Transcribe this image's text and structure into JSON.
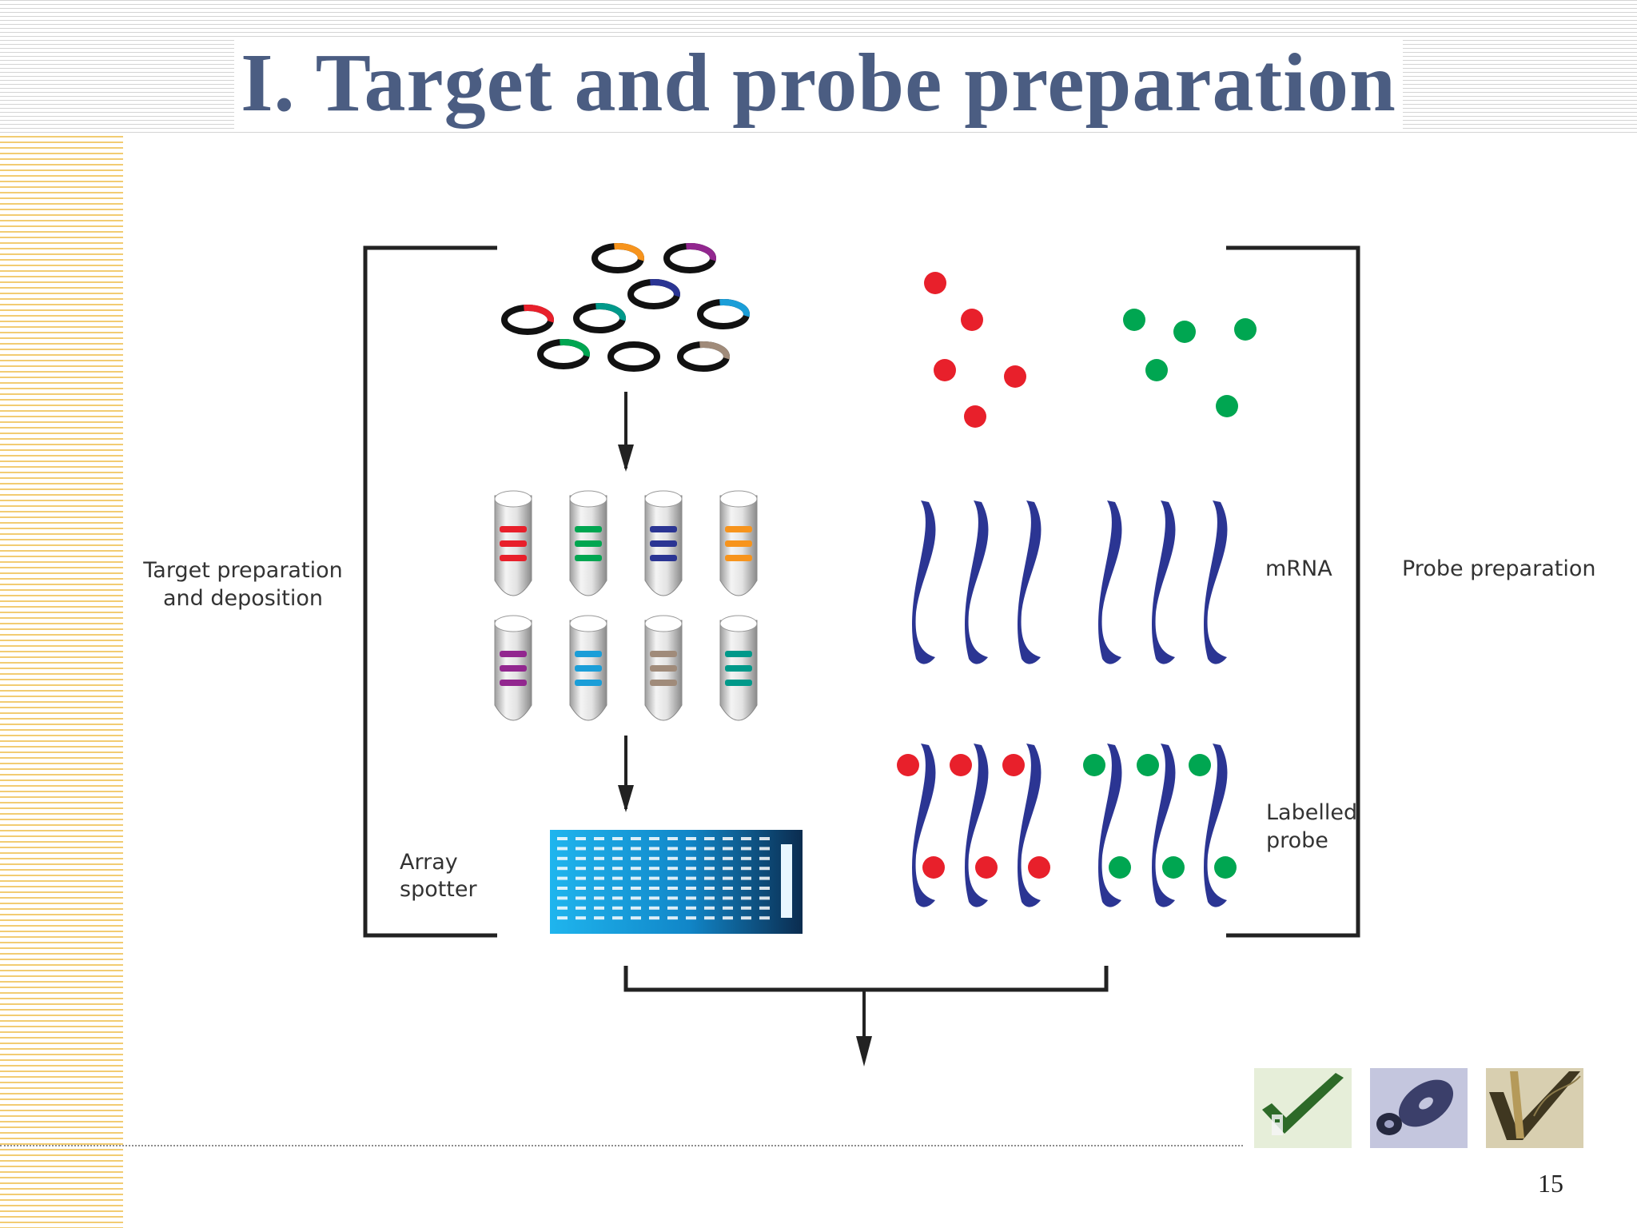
{
  "slide": {
    "title": "I. Target and probe preparation",
    "page_number": "15"
  },
  "diagram": {
    "labels": {
      "target": [
        "Target preparation",
        "and deposition"
      ],
      "array": [
        "Array",
        "spotter"
      ],
      "mrna": "mRNA",
      "probe_prep": "Probe preparation",
      "labelled": [
        "Labelled",
        "probe"
      ]
    },
    "colors": {
      "title": "#4b5d82",
      "red_label": "#e8202b",
      "green_label": "#00a651",
      "mrna_strand": "#2b3593",
      "array_blue": "#1aa7e0"
    },
    "tube_band_colors_row1": [
      "#e8202b",
      "#00a651",
      "#2b3593",
      "#f7941d"
    ],
    "tube_band_colors_row2": [
      "#92278f",
      "#1b9ed8",
      "#a08b7a",
      "#00998a"
    ],
    "plasmid_colors": [
      "#f7941d",
      "#92278f",
      "#2b3593",
      "#e8202b",
      "#00998a",
      "#1b9ed8",
      "#00a651",
      "#000000",
      "#a08b7a"
    ]
  },
  "footer_images": [
    "check-mark-icon",
    "disc-icon",
    "pen-check-icon"
  ]
}
